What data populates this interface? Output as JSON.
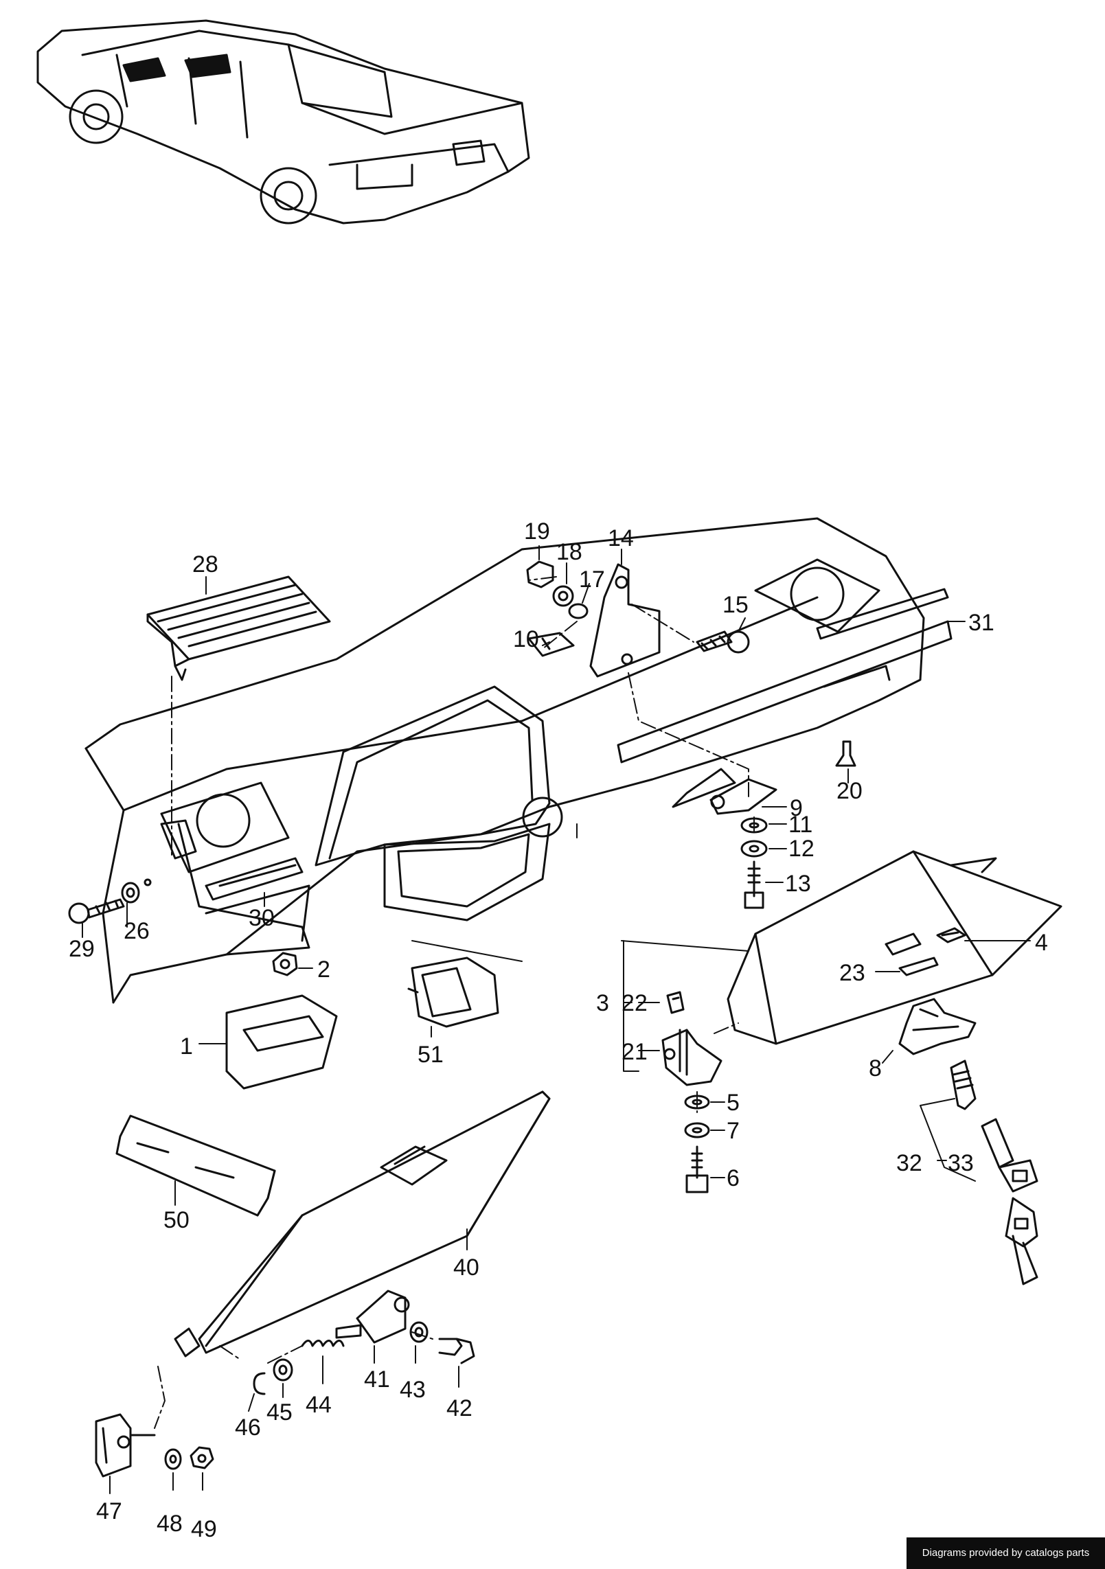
{
  "labels": [
    "1",
    "2",
    "3",
    "4",
    "5",
    "6",
    "7",
    "8",
    "9",
    "10",
    "11",
    "12",
    "13",
    "14",
    "15",
    "17",
    "18",
    "19",
    "20",
    "21",
    "22",
    "23",
    "26",
    "28",
    "29",
    "30",
    "31",
    "32",
    "33",
    "40",
    "41",
    "42",
    "43",
    "44",
    "45",
    "46",
    "47",
    "48",
    "49",
    "50",
    "51"
  ],
  "credit": "Diagrams provided by catalogs parts"
}
